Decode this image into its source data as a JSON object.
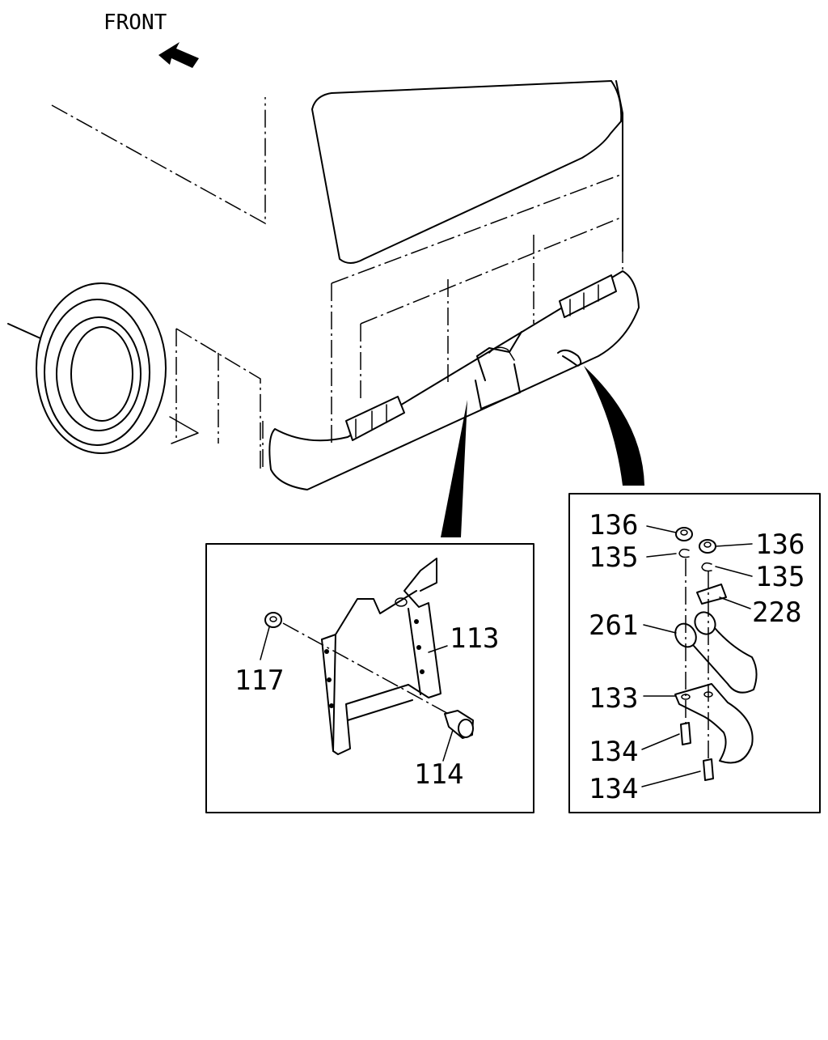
{
  "direction_label": "FRONT",
  "detail_left": {
    "callouts": [
      {
        "id": "bracket",
        "label": "113"
      },
      {
        "id": "bolt",
        "label": "114"
      },
      {
        "id": "nut",
        "label": "117"
      }
    ]
  },
  "detail_right": {
    "callouts": [
      {
        "id": "nut_left",
        "label": "136"
      },
      {
        "id": "nut_right",
        "label": "136"
      },
      {
        "id": "washer_left",
        "label": "135"
      },
      {
        "id": "washer_right",
        "label": "135"
      },
      {
        "id": "plate",
        "label": "228"
      },
      {
        "id": "ring",
        "label": "261"
      },
      {
        "id": "hook",
        "label": "133"
      },
      {
        "id": "bolt_upper",
        "label": "134"
      },
      {
        "id": "bolt_lower",
        "label": "134"
      }
    ]
  }
}
